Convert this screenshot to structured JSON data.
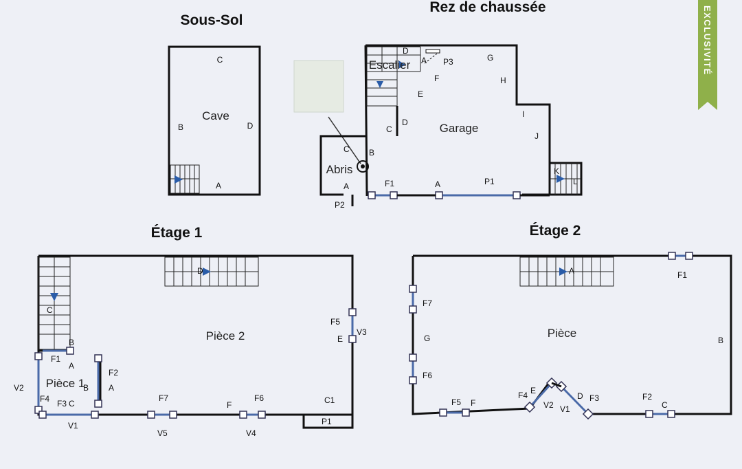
{
  "floors": {
    "sous_sol": {
      "title": "Sous-Sol",
      "room": "Cave",
      "labels": [
        "C",
        "B",
        "D",
        "A"
      ]
    },
    "rdc": {
      "title": "Rez de chaussée",
      "rooms": [
        "Escalier",
        "Garage",
        "Abris"
      ],
      "labels": [
        "D",
        "A",
        "P3",
        "G",
        "H",
        "F",
        "E",
        "I",
        "C",
        "D",
        "J",
        "C",
        "B",
        "K",
        "L",
        "A",
        "F1",
        "A",
        "P1",
        "P2"
      ]
    },
    "etage1": {
      "title": "Étage 1",
      "rooms": [
        "Pièce 2",
        "Pièce 1"
      ],
      "labels": [
        "D",
        "C",
        "B",
        "F1",
        "A",
        "F2",
        "A",
        "F5",
        "V3",
        "E",
        "B",
        "V2",
        "F4",
        "F3",
        "C",
        "V1",
        "F7",
        "V5",
        "F",
        "F6",
        "V4",
        "C1",
        "P1"
      ]
    },
    "etage2": {
      "title": "Étage 2",
      "room": "Pièce",
      "labels": [
        "A",
        "F1",
        "F7",
        "G",
        "B",
        "F6",
        "F5",
        "F",
        "F4",
        "E",
        "V2",
        "V1",
        "D",
        "F3",
        "F2",
        "C"
      ]
    }
  },
  "ribbon": {
    "text": "EXCLUSIVITÉ",
    "color": "#8fb04a"
  }
}
